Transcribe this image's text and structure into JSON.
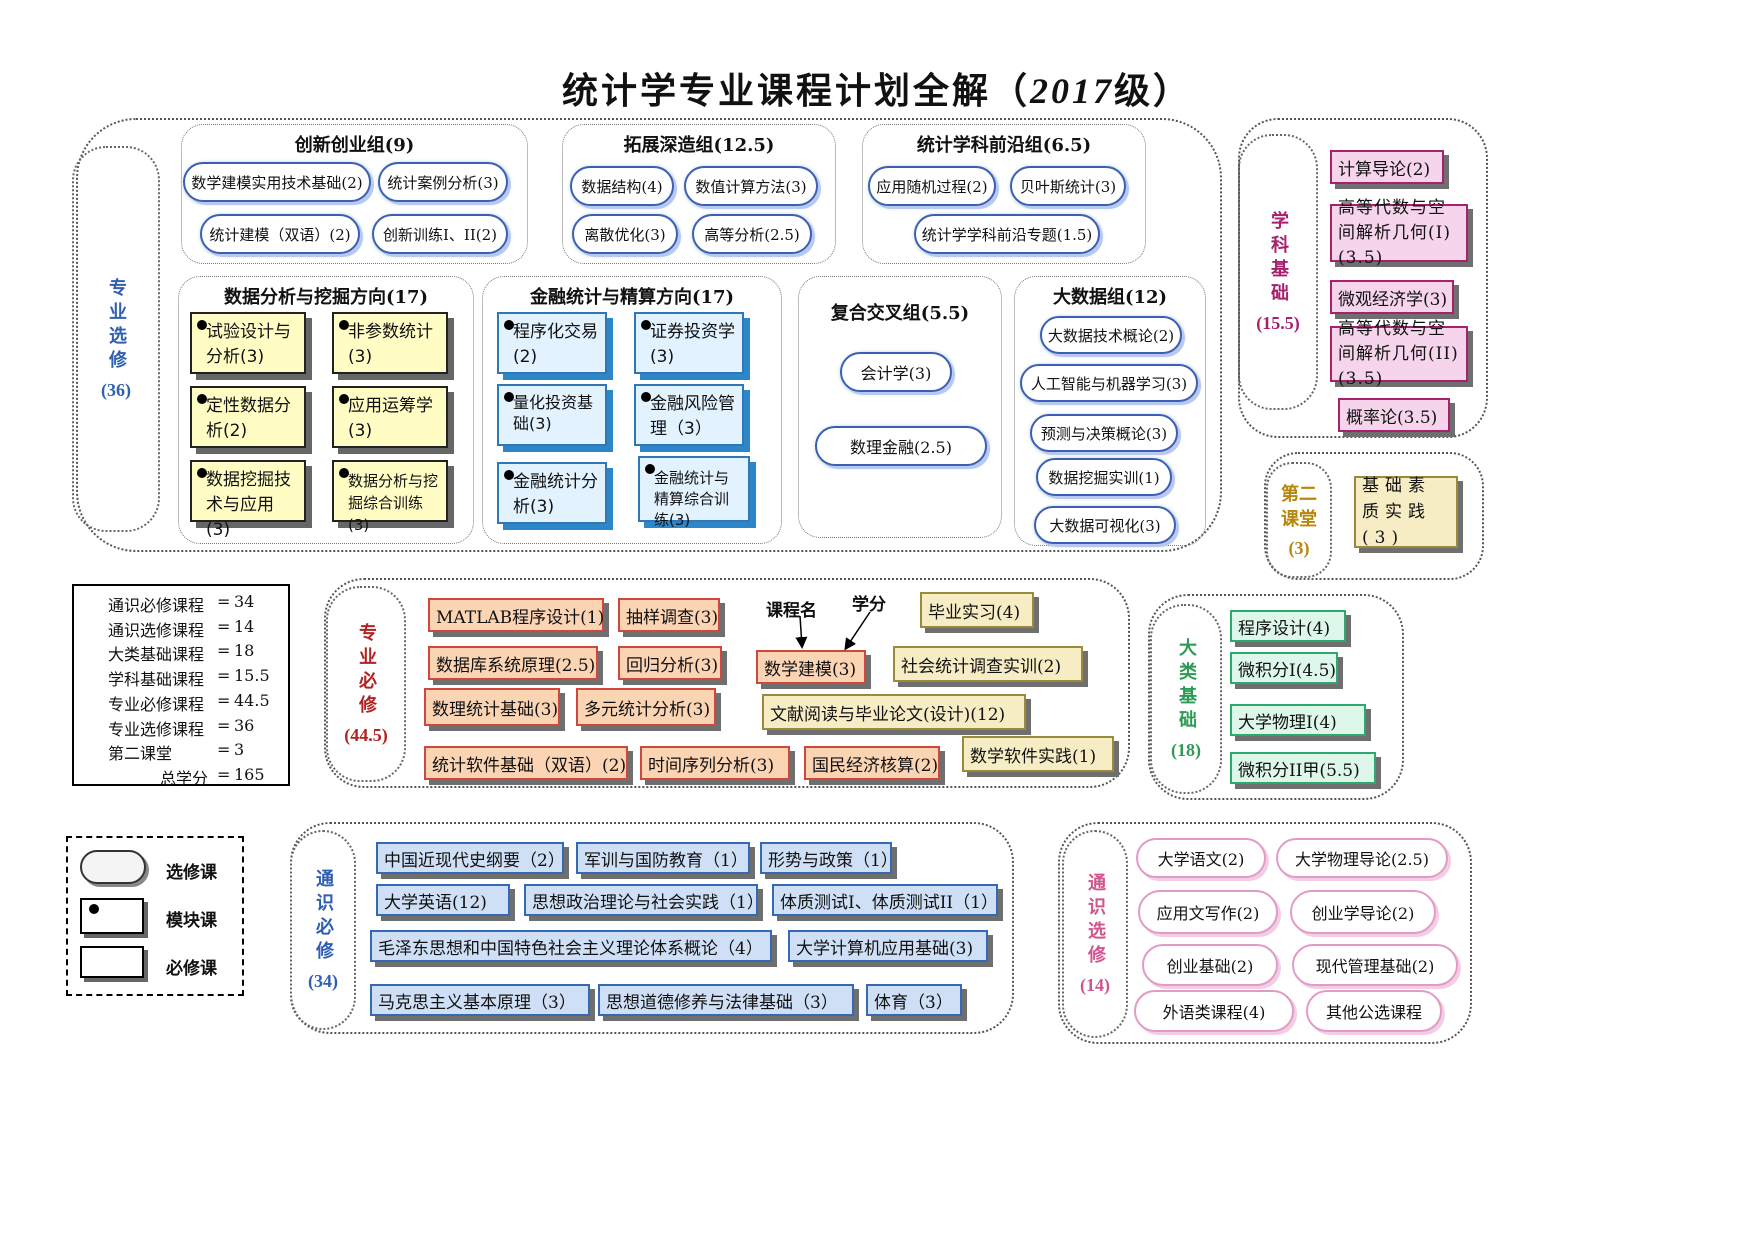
{
  "title": {
    "main": "统计学专业课程计划全解（",
    "year": "2017",
    "suffix": "级）"
  },
  "professional_elective": {
    "label_v": "专业选修",
    "label_n": "(36)",
    "groups": {
      "innovation": {
        "title": "创新创业组(9)",
        "items": [
          "数学建模实用技术基础(2)",
          "统计案例分析(3)",
          "统计建模（双语）(2)",
          "创新训练I、II(2)"
        ]
      },
      "expansion": {
        "title": "拓展深造组(12.5)",
        "items": [
          "数据结构(4)",
          "数值计算方法(3)",
          "离散优化(3)",
          "高等分析(2.5)"
        ]
      },
      "frontier": {
        "title": "统计学科前沿组(6.5)",
        "items": [
          "应用随机过程(2)",
          "贝叶斯统计(3)",
          "统计学学科前沿专题(1.5)"
        ]
      },
      "data_mining": {
        "title": "数据分析与挖掘方向(17)",
        "items": [
          "试验设计与分析(3)",
          "非参数统计(3)",
          "定性数据分析(2)",
          "应用运筹学(3)",
          "数据挖掘技术与应用(3)",
          "数据分析与挖掘综合训练(3)"
        ]
      },
      "finance": {
        "title": "金融统计与精算方向(17)",
        "items": [
          "程序化交易(2)",
          "证券投资学(3)",
          "量化投资基础(3)",
          "金融风险管理（3）",
          "金融统计分析(3)",
          "金融统计与精算综合训练(3)"
        ]
      },
      "cross": {
        "title": "复合交叉组(5.5)",
        "items": [
          "会计学(3)",
          "数理金融(2.5)"
        ]
      },
      "bigdata": {
        "title": "大数据组(12)",
        "items": [
          "大数据技术概论(2)",
          "人工智能与机器学习(3)",
          "预测与决策概论(3)",
          "数据挖掘实训(1)",
          "大数据可视化(3)"
        ]
      }
    }
  },
  "discipline_basic": {
    "label_v": "学科基础",
    "label_n": "(15.5)",
    "items": [
      "计算导论(2)",
      "高等代数与空间解析几何(I) (3.5)",
      "微观经济学(3)",
      "高等代数与空间解析几何(II) (3.5)",
      "概率论(3.5)"
    ]
  },
  "second_class": {
    "label_v": "第二课堂",
    "label_n": "(3)",
    "items": [
      "基础素质实践(3)"
    ]
  },
  "summary": {
    "rows": [
      {
        "name": "通识必修课程",
        "eq": "=",
        "val": "34"
      },
      {
        "name": "通识选修课程",
        "eq": "=",
        "val": "14"
      },
      {
        "name": "大类基础课程",
        "eq": "=",
        "val": "18"
      },
      {
        "name": "学科基础课程",
        "eq": "=",
        "val": "15.5"
      },
      {
        "name": "专业必修课程",
        "eq": "=",
        "val": "44.5"
      },
      {
        "name": "专业选修课程",
        "eq": "=",
        "val": "36"
      },
      {
        "name": "第二课堂",
        "eq": "=",
        "val": "3"
      },
      {
        "name": "总学分",
        "eq": "=",
        "val": "165"
      }
    ]
  },
  "major_required": {
    "label_v": "专业必修",
    "label_n": "(44.5)",
    "annotations": {
      "course_name": "课程名",
      "credit": "学分"
    },
    "items": [
      "MATLAB程序设计(1)",
      "抽样调查(3)",
      "毕业实习(4)",
      "数据库系统原理(2.5)",
      "回归分析(3)",
      "数学建模(3)",
      "社会统计调查实训(2)",
      "数理统计基础(3)",
      "多元统计分析(3)",
      "文献阅读与毕业论文(设计)(12)",
      "统计软件基础（双语）(2)",
      "时间序列分析(3)",
      "国民经济核算(2)",
      "数学软件实践(1)"
    ]
  },
  "category_basic": {
    "label_v": "大类基础",
    "label_n": "(18)",
    "items": [
      "程序设计(4)",
      "微积分I(4.5)",
      "大学物理I(4)",
      "微积分II甲(5.5)"
    ]
  },
  "legend": {
    "elective": "选修课",
    "module": "模块课",
    "required": "必修课"
  },
  "general_required": {
    "label_v": "通识必修",
    "label_n": "(34)",
    "items": [
      "中国近现代史纲要（2）",
      "军训与国防教育（1）",
      "形势与政策（1）",
      "大学英语(12)",
      "思想政治理论与社会实践（1）",
      "体质测试I、体质测试II（1）",
      "毛泽东思想和中国特色社会主义理论体系概论（4）",
      "大学计算机应用基础(3)",
      "马克思主义基本原理（3）",
      "思想道德修养与法律基础（3）",
      "体育（3）"
    ]
  },
  "general_elective": {
    "label_v": "通识选修",
    "label_n": "(14)",
    "items": [
      "大学语文(2)",
      "大学物理导论(2.5)",
      "应用文写作(2)",
      "创业学导论(2)",
      "创业基础(2)",
      "现代管理基础(2)",
      "外语类课程(4)",
      "其他公选课程"
    ]
  },
  "colors": {
    "elective_border": "#3a5fb5",
    "major_required_label": "#b22222",
    "discipline_label": "#a6226d",
    "category_label": "#2e9a56",
    "general_required_label": "#2f5fb0",
    "general_elective_label": "#d0558e",
    "second_class_label": "#b8860b"
  }
}
